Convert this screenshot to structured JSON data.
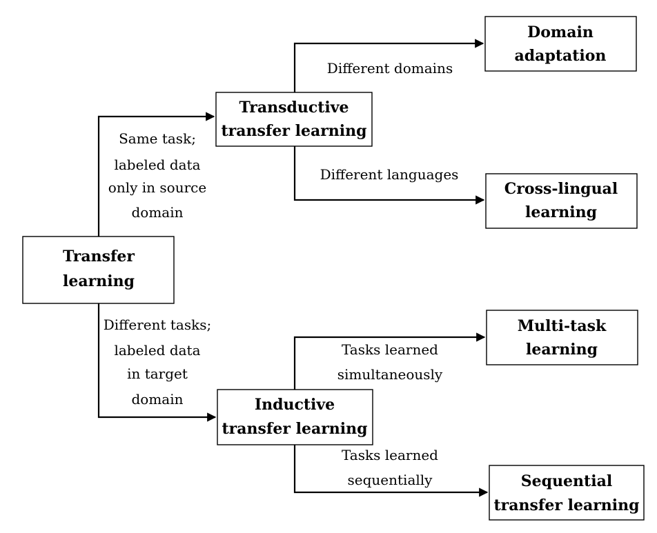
{
  "nodes": {
    "transfer": [
      "Transfer",
      "learning"
    ],
    "transductive": [
      "Transductive",
      "transfer learning"
    ],
    "inductive": [
      "Inductive",
      "transfer learning"
    ],
    "domain_adaptation": [
      "Domain",
      "adaptation"
    ],
    "cross_lingual": [
      "Cross-lingual",
      "learning"
    ],
    "multi_task": [
      "Multi-task",
      "learning"
    ],
    "sequential": [
      "Sequential",
      "transfer learning"
    ]
  },
  "edges": {
    "transfer_to_transductive": [
      "Same task;",
      "labeled data",
      "only in source",
      "domain"
    ],
    "transfer_to_inductive": [
      "Different tasks;",
      "labeled data",
      "in target",
      "domain"
    ],
    "transductive_to_domain_adaptation": [
      "Different domains"
    ],
    "transductive_to_cross_lingual": [
      "Different languages"
    ],
    "inductive_to_multi_task": [
      "Tasks learned",
      "simultaneously"
    ],
    "inductive_to_sequential": [
      "Tasks learned",
      "sequentially"
    ]
  },
  "colors": {
    "line": "#000000",
    "box_fill": "#ffffff",
    "text": "#000000"
  }
}
